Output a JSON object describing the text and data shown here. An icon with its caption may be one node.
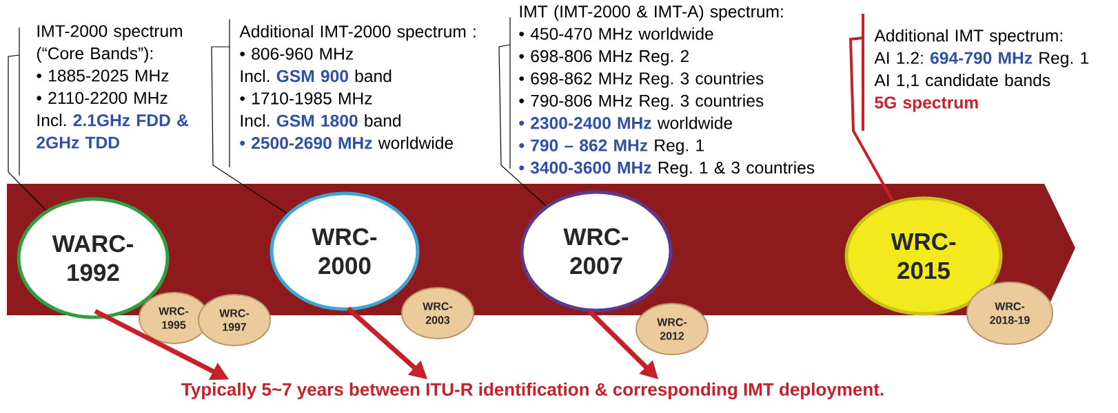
{
  "diagram": {
    "nodes": [
      {
        "text": [
          "IMT-2000 spectrum (“Core Bands”):",
          "• 1885-2025 MHz",
          "• 2110-2200 MHz",
          "Incl. **2.1GHz FDD & 2GHz TDD**"
        ]
      },
      {
        "text": [
          "Additional IMT-2000 spectrum :",
          "• 806-960 MHz",
          "Incl. **GSM 900** band",
          "• 1710-1985 MHz",
          "Incl. **GSM 1800** band",
          "**• 2500-2690 MHz** worldwide"
        ]
      },
      {
        "text": [
          "IMT (IMT-2000 & IMT-A) spectrum:",
          "• 450-470 MHz worldwide",
          "• 698-806 MHz Reg. 2",
          "• 698-862 MHz Reg. 3 countries",
          "• 790-806 MHz Reg. 3 countries",
          "**• 2300-2400 MHz** worldwide",
          "**• 790 – 862 MHz** Reg. 1",
          "**• 3400-3600 MHz** Reg. 1 & 3 countries"
        ]
      },
      {
        "text": [
          "Additional IMT spectrum:",
          "AI 1.2: **694-790 MHz** Reg. 1",
          "AI 1,1 candidate bands",
          "5G spectrum"
        ]
      },
      {
        "text": [
          "WARC-1992"
        ]
      },
      {
        "text": [
          "WRC-2000"
        ]
      },
      {
        "text": [
          "WRC-2007"
        ]
      },
      {
        "text": [
          "WRC-2015"
        ]
      },
      {
        "text": [
          "WRC-1995"
        ]
      },
      {
        "text": [
          "WRC-1997"
        ]
      },
      {
        "text": [
          "WRC-2003"
        ]
      },
      {
        "text": [
          "WRC-2012"
        ]
      },
      {
        "text": [
          "WRC-2018-19"
        ]
      },
      {
        "text": [
          "Typically 5~7 years between ITU-R identification & corresponding IMT deployment."
        ]
      }
    ],
    "edges": [
      {
        "from": 0,
        "to": 4,
        "arrow": "none",
        "color": "#000000"
      },
      {
        "from": 1,
        "to": 5,
        "arrow": "none",
        "color": "#000000"
      },
      {
        "from": 2,
        "to": 6,
        "arrow": "none",
        "color": "#000000"
      },
      {
        "from": 3,
        "to": 7,
        "arrow": "none",
        "color": "#c8202a"
      },
      {
        "from": 4,
        "to": 13,
        "arrow": "to",
        "color": "#c8202a"
      },
      {
        "from": 5,
        "to": 13,
        "arrow": "to",
        "color": "#c8202a"
      },
      {
        "from": 6,
        "to": 13,
        "arrow": "to",
        "color": "#c8202a"
      }
    ]
  }
}
